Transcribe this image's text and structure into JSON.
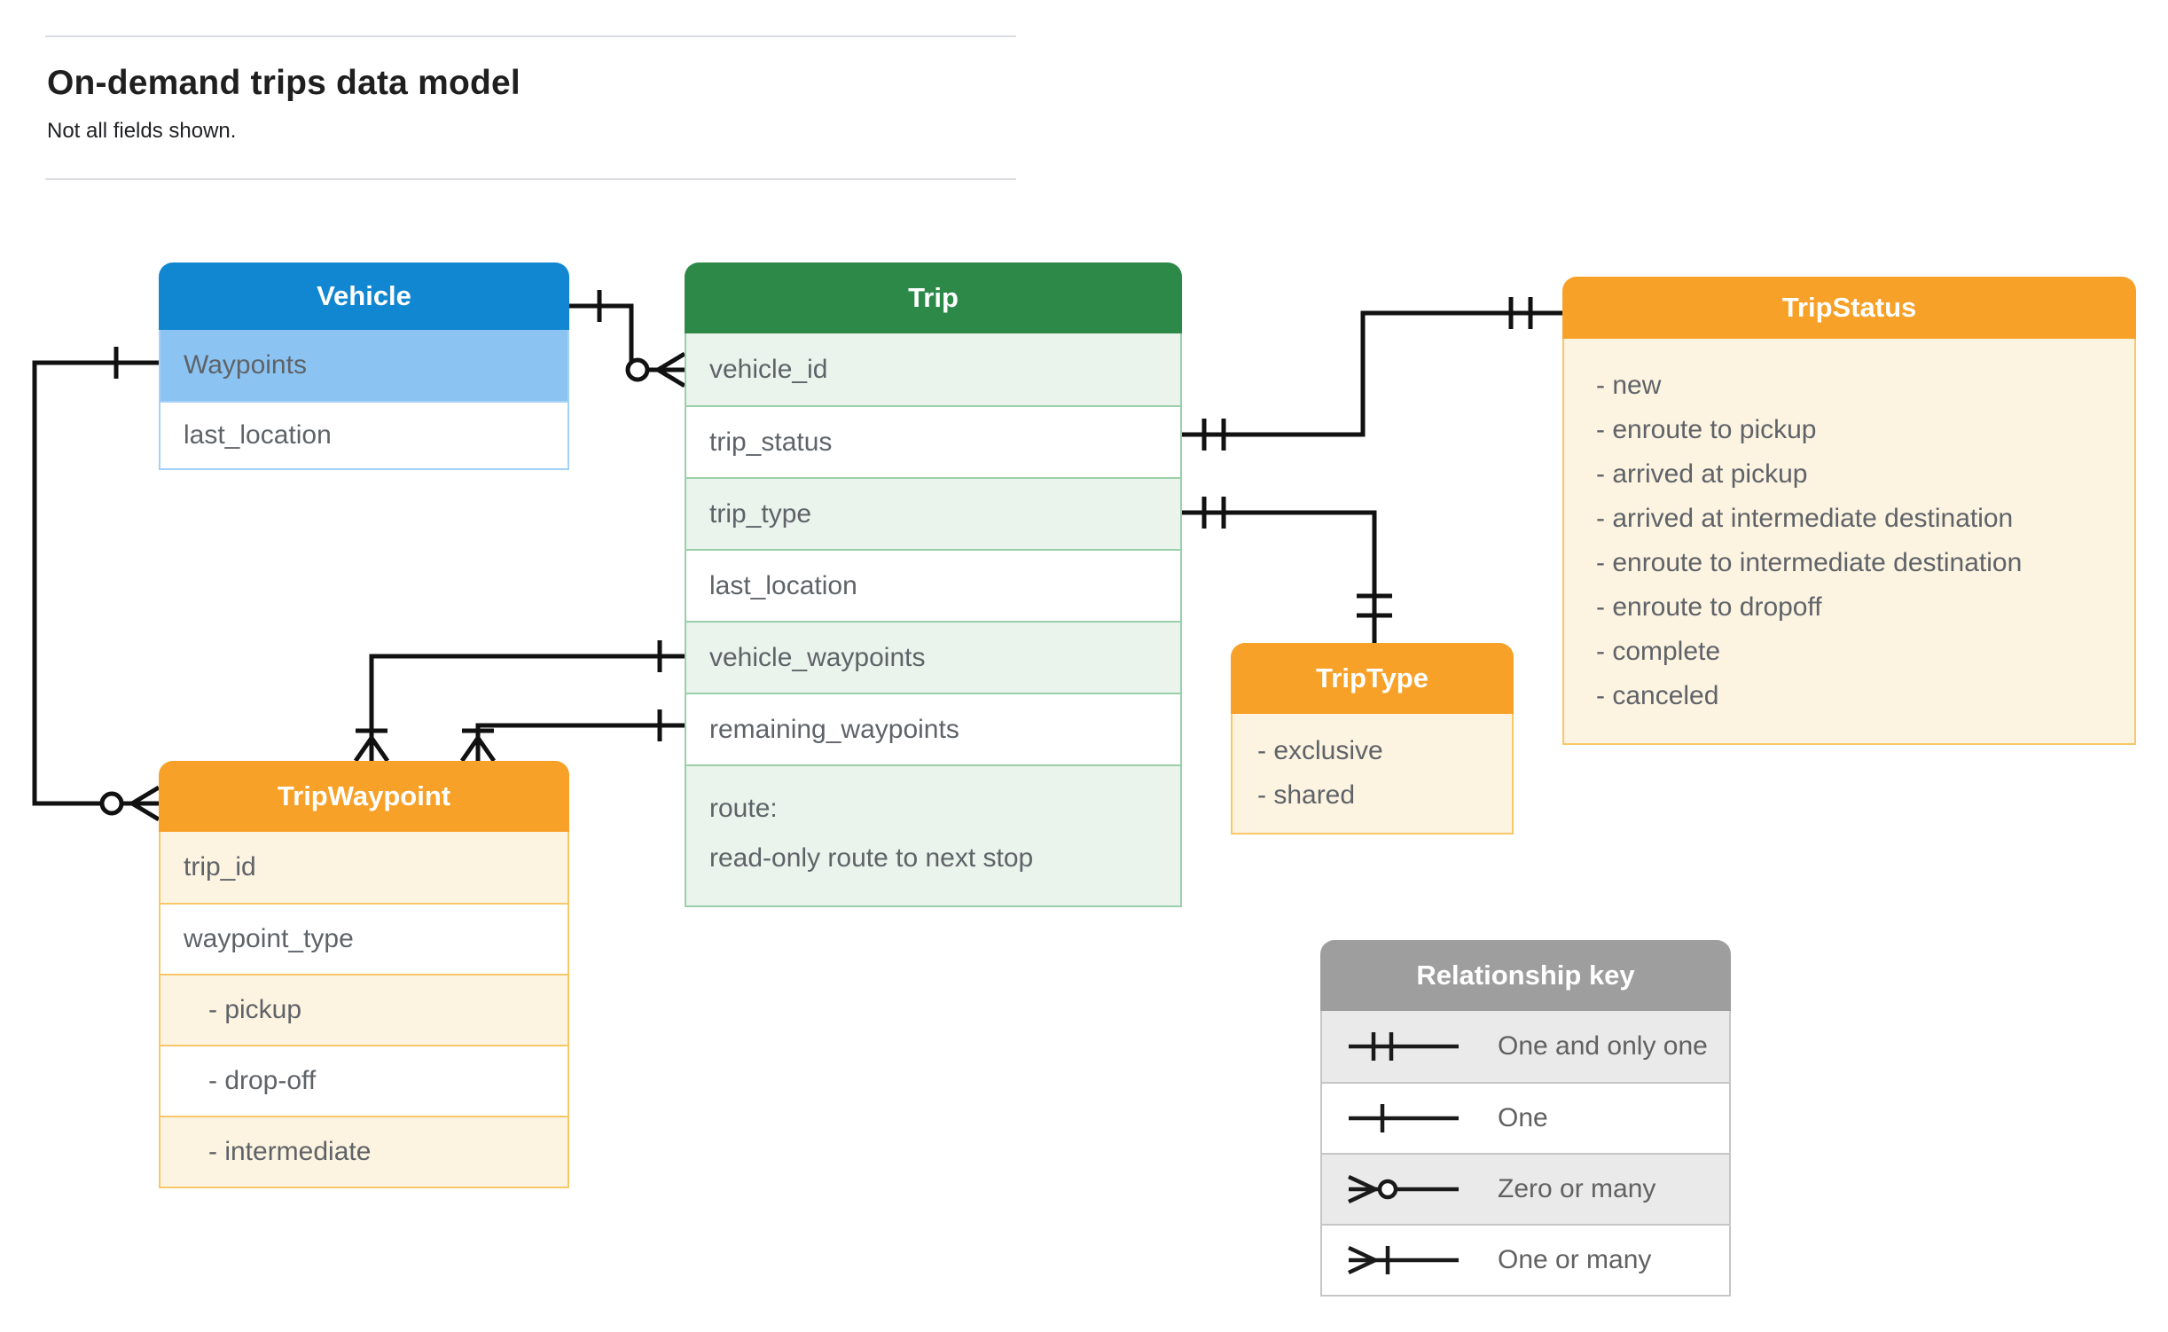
{
  "page": {
    "title": "On-demand trips data model",
    "subtitle": "Not all fields shown."
  },
  "colors": {
    "blue_header": "#1287d1",
    "blue_tint": "#8bc4f2",
    "green_header": "#2c8948",
    "green_tint": "#eaf3ec",
    "orange_header": "#f7a128",
    "orange_tint": "#fcf3e1",
    "gray_header": "#9e9e9e",
    "gray_tint": "#eaeaea",
    "row_text": "#5f6368",
    "connector": "#111111"
  },
  "entities": {
    "vehicle": {
      "title": "Vehicle",
      "rows": [
        "Waypoints",
        "last_location"
      ]
    },
    "trip": {
      "title": "Trip",
      "rows": [
        "vehicle_id",
        "trip_status",
        "trip_type",
        "last_location",
        "vehicle_waypoints",
        "remaining_waypoints"
      ],
      "route_line1": "route:",
      "route_line2": "read-only route to next stop"
    },
    "trip_status": {
      "title": "TripStatus",
      "items": [
        "- new",
        "- enroute to pickup",
        "- arrived at pickup",
        "- arrived at intermediate destination",
        "- enroute to intermediate destination",
        "- enroute to dropoff",
        "- complete",
        "- canceled"
      ]
    },
    "trip_type": {
      "title": "TripType",
      "items": [
        "- exclusive",
        "- shared"
      ]
    },
    "trip_waypoint": {
      "title": "TripWaypoint",
      "rows": [
        "trip_id",
        "waypoint_type",
        "- pickup",
        "- drop-off",
        "- intermediate"
      ]
    }
  },
  "relationships": [
    {
      "from": "Vehicle",
      "to": "Trip.vehicle_id",
      "from_cardinality": "one",
      "to_cardinality": "zero-or-many"
    },
    {
      "from": "Vehicle.Waypoints",
      "to": "TripWaypoint",
      "from_cardinality": "one",
      "to_cardinality": "zero-or-many"
    },
    {
      "from": "Trip.trip_status",
      "to": "TripStatus",
      "from_cardinality": "one-and-only-one",
      "to_cardinality": "one-and-only-one"
    },
    {
      "from": "Trip.trip_type",
      "to": "TripType",
      "from_cardinality": "one-and-only-one",
      "to_cardinality": "one-and-only-one"
    },
    {
      "from": "Trip.vehicle_waypoints",
      "to": "TripWaypoint",
      "from_cardinality": "one",
      "to_cardinality": "one-or-many"
    },
    {
      "from": "Trip.remaining_waypoints",
      "to": "TripWaypoint",
      "from_cardinality": "one",
      "to_cardinality": "one-or-many"
    }
  ],
  "legend": {
    "title": "Relationship key",
    "rows": [
      {
        "symbol": "one-and-only-one",
        "label": "One and only one"
      },
      {
        "symbol": "one",
        "label": "One"
      },
      {
        "symbol": "zero-or-many",
        "label": "Zero or many"
      },
      {
        "symbol": "one-or-many",
        "label": "One or many"
      }
    ]
  }
}
